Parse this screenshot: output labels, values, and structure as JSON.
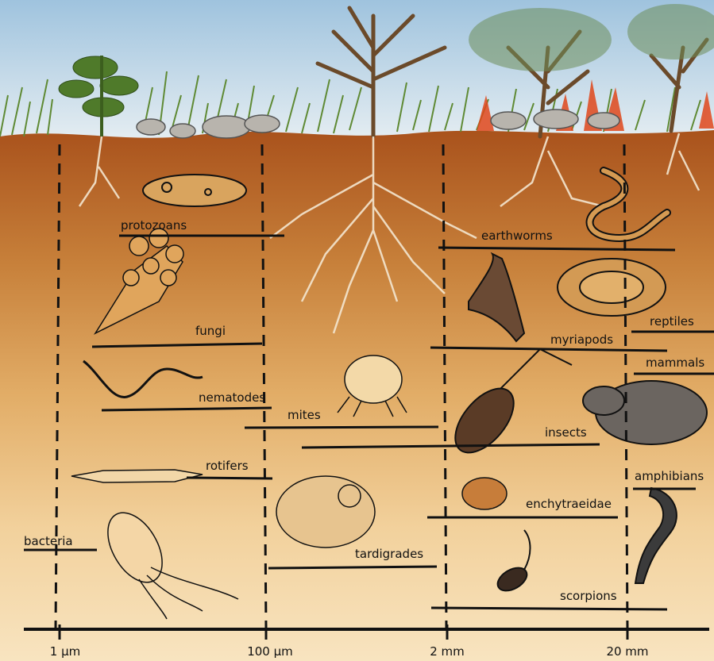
{
  "scale_ticks": [
    "1 µm",
    "100 µm",
    "2 mm",
    "20 mm"
  ],
  "groups": {
    "protozoans": "protozoans",
    "fungi": "fungi",
    "nematodes": "nematodes",
    "rotifers": "rotifers",
    "bacteria": "bacteria",
    "mites": "mites",
    "tardigrades": "tardigrades",
    "earthworms": "earthworms",
    "myriapods": "myriapods",
    "insects": "insects",
    "enchytraeidae": "enchytraeidae",
    "scorpions": "scorpions",
    "reptiles": "reptiles",
    "mammals": "mammals",
    "amphibians": "amphibians"
  },
  "colors": {
    "sky": "#bcd6e8",
    "soil_top": "#b0581e",
    "soil_mid": "#dfa357",
    "soil_bottom": "#f7e1b8",
    "grass": "#6c8f3a",
    "root": "#f4e8d4",
    "fire": "#e0481c",
    "ink": "#111111"
  }
}
